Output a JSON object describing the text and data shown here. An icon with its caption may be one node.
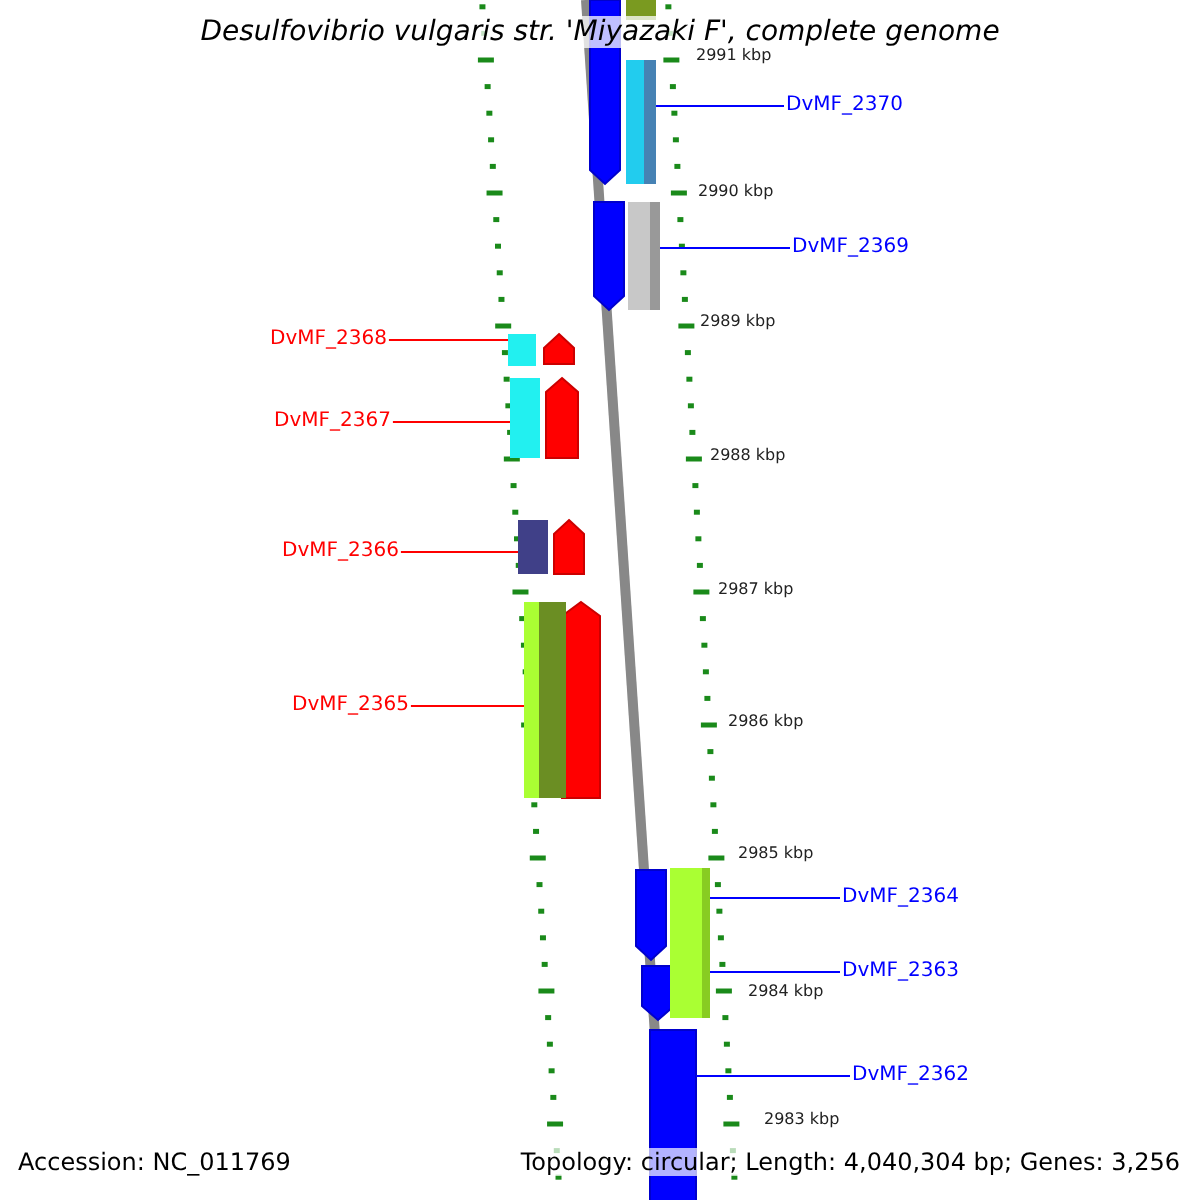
{
  "diagram": {
    "title": "Desulfovibrio vulgaris str. 'Miyazaki F', complete genome",
    "nodes": [
      {
        "text": [
          "DvMF_2370"
        ]
      },
      {
        "text": [],
        "shape": "bar"
      },
      {
        "text": [
          "DvMF_2369"
        ]
      },
      {
        "text": [],
        "shape": "bar"
      },
      {
        "text": [
          "DvMF_2368"
        ]
      },
      {
        "text": [],
        "shape": "bar"
      },
      {
        "text": [
          "DvMF_2367"
        ]
      },
      {
        "text": [],
        "shape": "bar"
      },
      {
        "text": [
          "DvMF_2366"
        ]
      },
      {
        "text": [],
        "shape": "bar"
      },
      {
        "text": [
          "DvMF_2365"
        ]
      },
      {
        "text": [],
        "shape": "bar"
      },
      {
        "text": [
          "DvMF_2364"
        ]
      },
      {
        "text": [],
        "shape": "bar"
      },
      {
        "text": [
          "DvMF_2363"
        ]
      },
      {
        "text": [
          "DvMF_2362"
        ]
      },
      {
        "text": [],
        "shape": "pentagon"
      },
      {
        "text": [],
        "shape": "pentagon"
      },
      {
        "text": [],
        "shape": "pentagon"
      },
      {
        "text": [],
        "shape": "pentagon"
      },
      {
        "text": [],
        "shape": "pentagon"
      },
      {
        "text": [],
        "shape": "pentagon"
      },
      {
        "text": [],
        "shape": "pentagon"
      },
      {
        "text": [],
        "shape": "pentagon"
      },
      {
        "text": [],
        "shape": "pentagon"
      }
    ],
    "edges": [
      {
        "from": 0,
        "to": 1,
        "arrow": "none"
      },
      {
        "from": 2,
        "to": 3,
        "arrow": "none"
      },
      {
        "from": 4,
        "to": 5,
        "arrow": "none",
        "color": "#ff0000"
      },
      {
        "from": 6,
        "to": 7,
        "arrow": "none",
        "color": "#ff0000"
      },
      {
        "from": 8,
        "to": 9,
        "arrow": "none",
        "color": "#ff0000"
      },
      {
        "from": 10,
        "to": 11,
        "arrow": "none",
        "color": "#ff0000"
      },
      {
        "from": 12,
        "to": 13,
        "arrow": "none"
      },
      {
        "from": 14,
        "to": 13,
        "arrow": "none"
      },
      {
        "from": 15,
        "to": 24,
        "arrow": "none"
      }
    ],
    "labels": [
      "2991 kbp",
      "2990 kbp",
      "2989 kbp",
      "2988 kbp",
      "2987 kbp",
      "2986 kbp",
      "2985 kbp",
      "2984 kbp",
      "2983 kbp",
      "Accession: NC_011769",
      "Topology: circular; Length: 4,040,304 bp; Genes: 3,256"
    ]
  }
}
